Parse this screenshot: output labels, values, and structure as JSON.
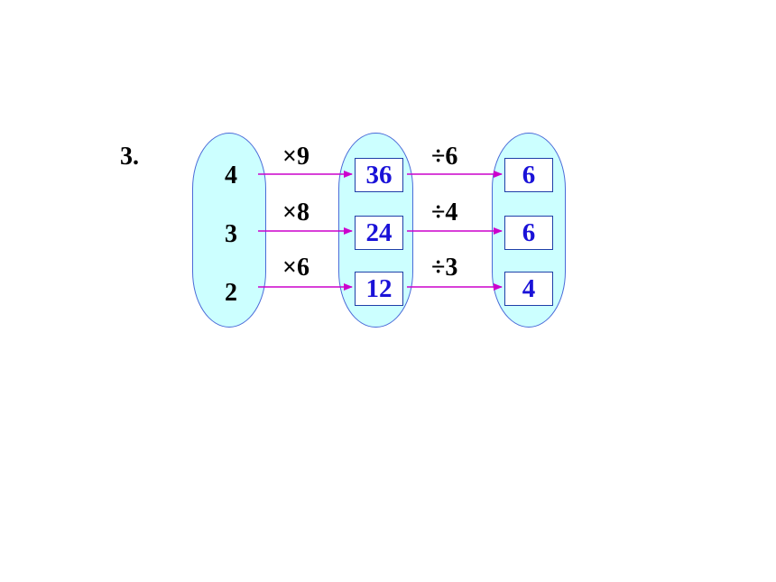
{
  "problem": {
    "number": "3."
  },
  "inputs": [
    "4",
    "3",
    "2"
  ],
  "multipliers": [
    "×9",
    "×8",
    "×6"
  ],
  "products": [
    "36",
    "24",
    "12"
  ],
  "divisors": [
    "÷6",
    "÷4",
    "÷3"
  ],
  "results": [
    "6",
    "6",
    "4"
  ],
  "colors": {
    "capsule_fill": "#ccffff",
    "capsule_border": "#4a6ad8",
    "arrow": "#cc00cc",
    "answer_text": "#1a12d8"
  }
}
